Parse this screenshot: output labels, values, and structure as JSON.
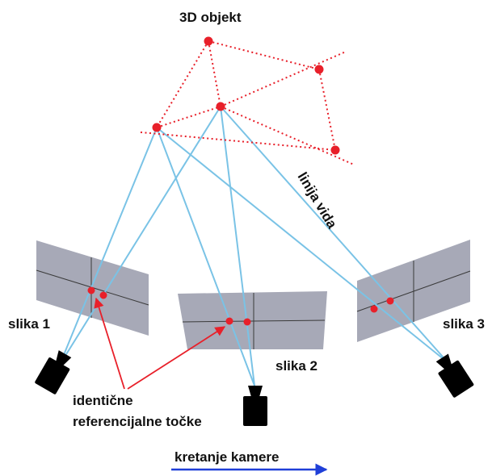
{
  "title": "3D objekt",
  "line_of_sight_label": "linija vida",
  "images": [
    {
      "label": "slika 1"
    },
    {
      "label": "slika 2"
    },
    {
      "label": "slika 3"
    }
  ],
  "reference_points_label": {
    "line1": "identične",
    "line2": "referencijalne točke"
  },
  "motion_label": "kretanje kamere",
  "colors": {
    "object_points": "#e8202a",
    "object_edges": "#e8202a",
    "sight_lines": "#7ac3e6",
    "image_planes": "#a7a9b7",
    "pointer_arrows": "#e8202a",
    "motion_arrow": "#1f3fd8",
    "cameras": "#000000"
  },
  "icons": {
    "camera": "camera-icon"
  }
}
